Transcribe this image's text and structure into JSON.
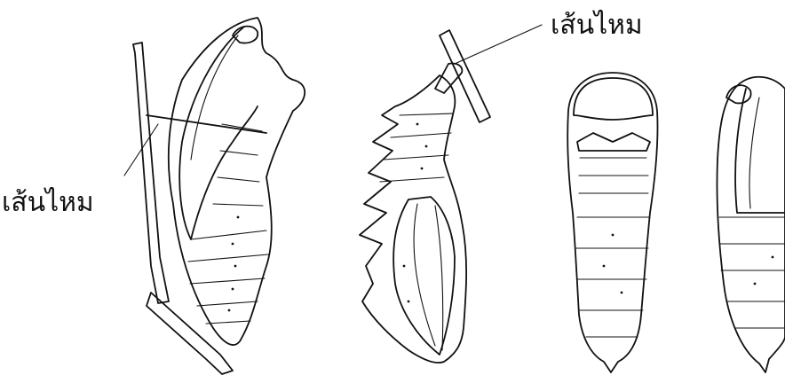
{
  "labels": {
    "silk_thread_left": "เส้นไหม",
    "silk_thread_right": "เส้นไหม"
  },
  "figures": [
    {
      "name": "pupa-side-view-girdled"
    },
    {
      "name": "pupa-side-view-spiny"
    },
    {
      "name": "pupa-dorsal-view"
    },
    {
      "name": "pupa-side-view-partial"
    }
  ],
  "colors": {
    "ink": "#111111",
    "background": "#ffffff"
  }
}
